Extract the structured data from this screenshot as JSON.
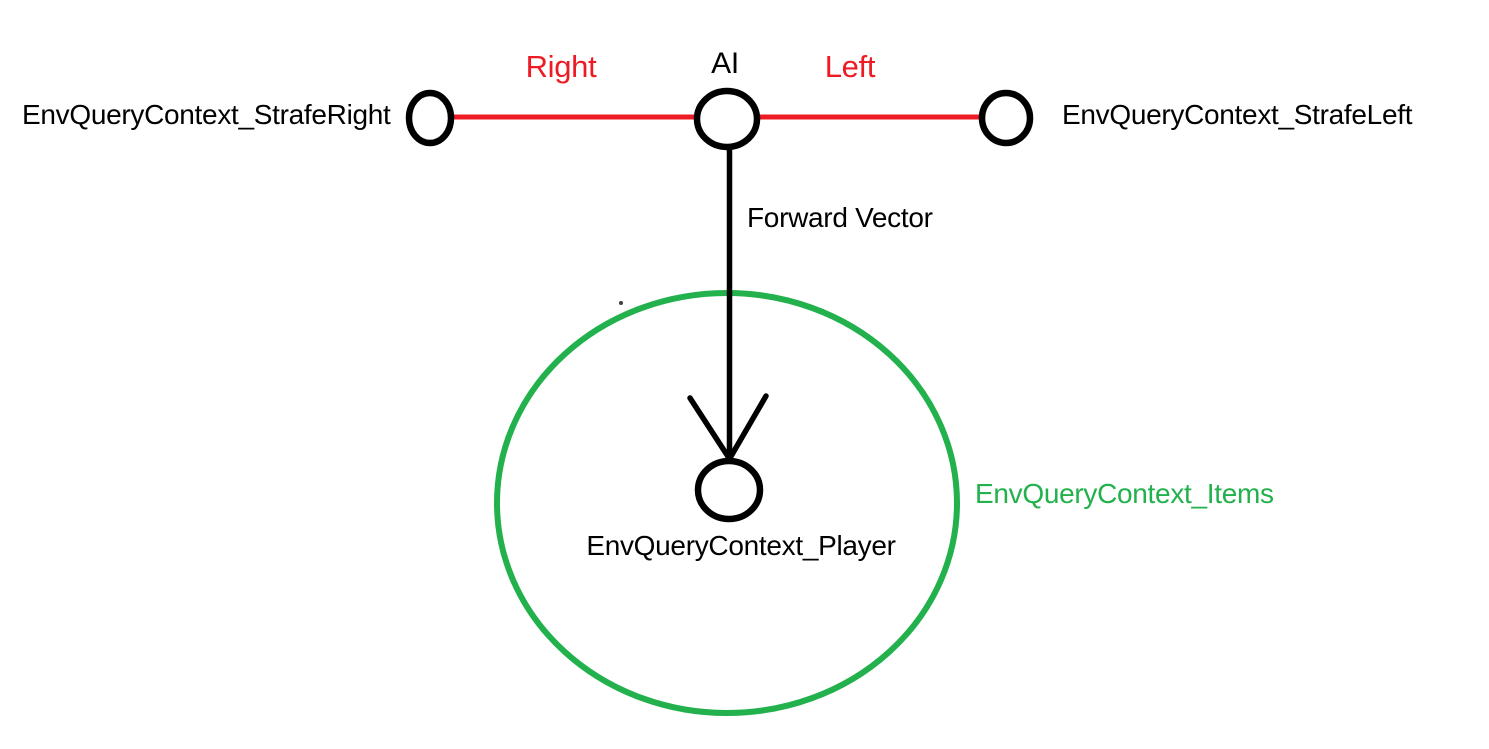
{
  "diagram": {
    "type": "hand-drawn-annotation",
    "background": "#ffffff",
    "colors": {
      "black": "#000000",
      "red": "#ed1c24",
      "green": "#22b14c",
      "dot_gray": "#404040"
    },
    "labels": {
      "strafe_right": "EnvQueryContext_StrafeRight",
      "right": "Right",
      "ai": "AI",
      "left": "Left",
      "strafe_left": "EnvQueryContext_StrafeLeft",
      "forward_vector": "Forward Vector",
      "player": "EnvQueryContext_Player",
      "items": "EnvQueryContext_Items"
    },
    "structure": {
      "nodes": [
        "AI",
        "EnvQueryContext_StrafeRight",
        "EnvQueryContext_StrafeLeft",
        "EnvQueryContext_Player"
      ],
      "edges": [
        {
          "from": "AI",
          "to": "EnvQueryContext_StrafeRight",
          "label": "Right",
          "color": "red"
        },
        {
          "from": "AI",
          "to": "EnvQueryContext_StrafeLeft",
          "label": "Left",
          "color": "red"
        },
        {
          "from": "AI",
          "to": "EnvQueryContext_Player",
          "label": "Forward Vector",
          "color": "black",
          "arrow": true
        }
      ],
      "region": {
        "label": "EnvQueryContext_Items",
        "shape": "circle",
        "color": "green",
        "contains": "EnvQueryContext_Player"
      }
    }
  }
}
